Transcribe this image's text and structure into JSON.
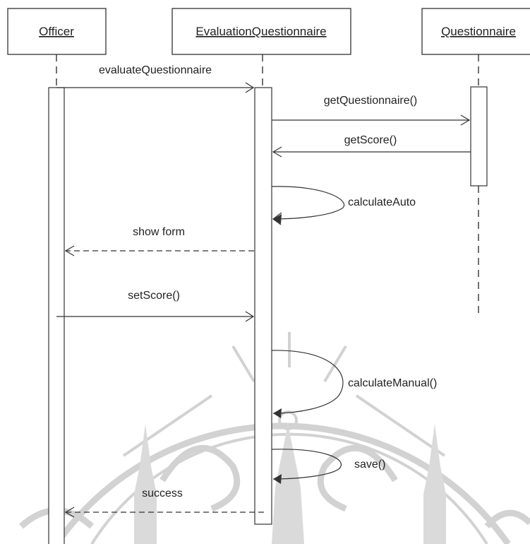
{
  "diagram": {
    "lifelines": [
      {
        "id": "officer",
        "label": "Officer"
      },
      {
        "id": "evaluation",
        "label": "EvaluationQuestionnaire"
      },
      {
        "id": "questionnaire",
        "label": "Questionnaire"
      }
    ],
    "messages": [
      {
        "id": "m1",
        "label": "evaluateQuestionnaire",
        "from": "officer",
        "to": "evaluation",
        "kind": "call"
      },
      {
        "id": "m2",
        "label": "getQuestionnaire()",
        "from": "evaluation",
        "to": "questionnaire",
        "kind": "call"
      },
      {
        "id": "m3",
        "label": "getScore()",
        "from": "questionnaire",
        "to": "evaluation",
        "kind": "call"
      },
      {
        "id": "m4",
        "label": "calculateAuto",
        "from": "evaluation",
        "to": "evaluation",
        "kind": "self"
      },
      {
        "id": "m5",
        "label": "show form",
        "from": "evaluation",
        "to": "officer",
        "kind": "return"
      },
      {
        "id": "m6",
        "label": "setScore()",
        "from": "officer",
        "to": "evaluation",
        "kind": "call"
      },
      {
        "id": "m7",
        "label": "calculateManual()",
        "from": "evaluation",
        "to": "evaluation",
        "kind": "self"
      },
      {
        "id": "m8",
        "label": "save()",
        "from": "evaluation",
        "to": "evaluation",
        "kind": "self"
      },
      {
        "id": "m9",
        "label": "success",
        "from": "evaluation",
        "to": "officer",
        "kind": "return"
      }
    ],
    "watermark": "university-seal"
  }
}
